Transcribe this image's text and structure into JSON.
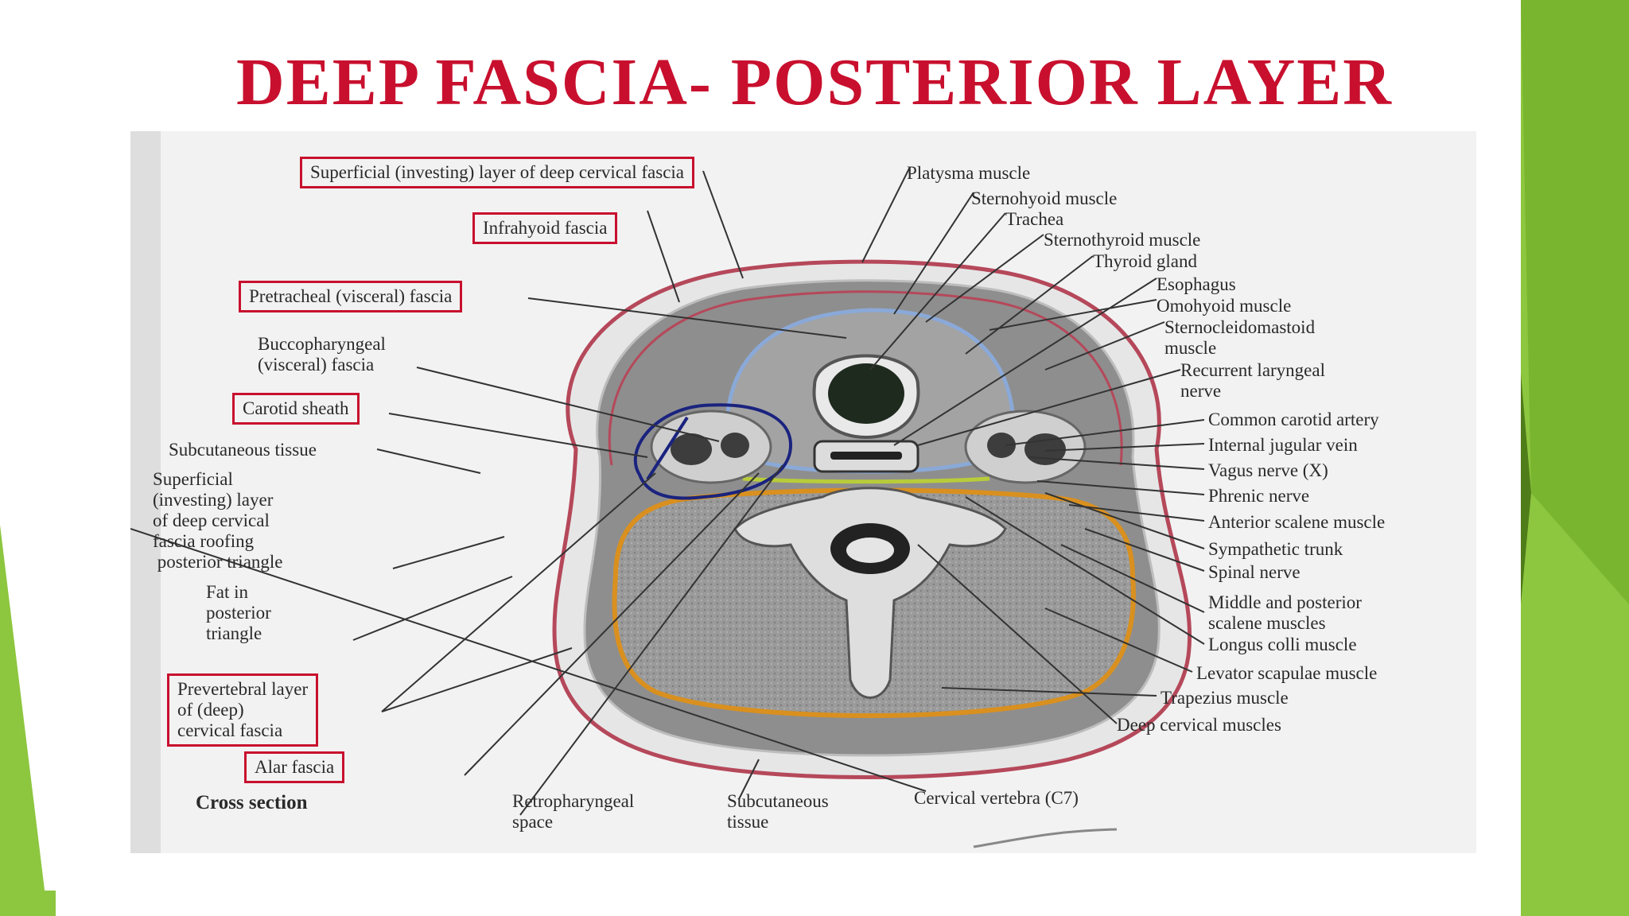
{
  "slide": {
    "title": "DEEP FASCIA- POSTERIOR LAYER",
    "colors": {
      "title": "#c8102e",
      "accent_green": "#8dc63f",
      "dark_green": "#5b8f1f",
      "box_red": "#c8102e",
      "annotation_blue": "#1a237e"
    }
  },
  "diagram": {
    "labels_left": {
      "superficial_layer": "Superficial (investing) layer of deep cervical fascia",
      "infrahyoid_fascia": "Infrahyoid fascia",
      "pretracheal_fascia": "Pretracheal (visceral) fascia",
      "buccopharyngeal_fascia": "Buccopharyngeal\n(visceral) fascia",
      "carotid_sheath": "Carotid sheath",
      "subcutaneous_tissue": "Subcutaneous tissue",
      "superficial_roofing": "Superficial\n(investing) layer\nof deep cervical\nfascia roofing\n posterior triangle",
      "fat_posterior_triangle": "Fat in\nposterior\ntriangle",
      "prevertebral_layer": "Prevertebral layer\nof (deep)\ncervical fascia",
      "alar_fascia": "Alar fascia",
      "cross_section": "Cross section"
    },
    "labels_bottom": {
      "retropharyngeal_space": "Retropharyngeal\nspace",
      "subcutaneous_tissue_bottom": "Subcutaneous\ntissue",
      "cervical_vertebra": "Cervical vertebra (C7)"
    },
    "labels_right": [
      "Platysma muscle",
      "Sternohyoid muscle",
      "Trachea",
      "Sternothyroid muscle",
      "Thyroid gland",
      "Esophagus",
      "Omohyoid muscle",
      "Sternocleidomastoid\nmuscle",
      "Recurrent laryngeal\nnerve",
      "Common carotid artery",
      "Internal jugular vein",
      "Vagus nerve (X)",
      "Phrenic nerve",
      "Anterior scalene muscle",
      "Sympathetic trunk",
      "Spinal nerve",
      "Middle and posterior\nscalene muscles",
      "Longus colli muscle",
      "Levator scapulae muscle",
      "Trapezius muscle",
      "Deep cervical muscles"
    ]
  }
}
